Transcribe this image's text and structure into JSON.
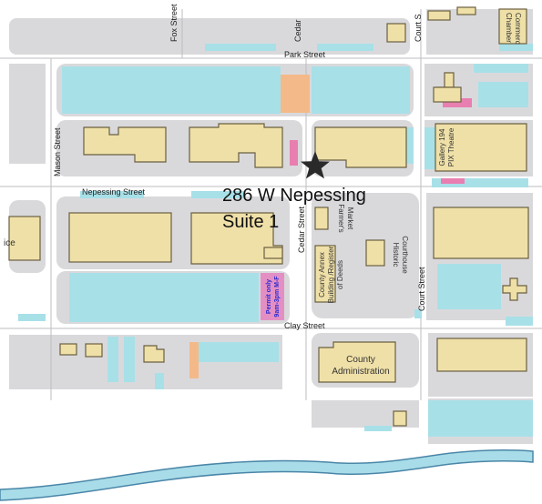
{
  "streets": {
    "fox": "Fox Street",
    "cedar_north": "Cedar",
    "court_north": "Court S",
    "park": "Park Street",
    "mason": "Mason Street",
    "nepessing": "Nepessing Street",
    "cedar": "Cedar Street",
    "court": "Court Street",
    "clay": "Clay Street"
  },
  "buildings": {
    "chamber_line1": "Chamber",
    "chamber_line2": "Commerc",
    "gallery": "Gallery 194",
    "pix": "PIX Theatre",
    "farmers_line1": "Farmer's",
    "farmers_line2": "Market",
    "historic_line1": "Historic",
    "historic_line2": "Courthouse",
    "annex_line1": "County Annex",
    "annex_line2": "Building /Register",
    "annex_line3": "of Deeds",
    "county_admin_line1": "County",
    "county_admin_line2": "Administration",
    "left_partial": "ice"
  },
  "permit": {
    "line1": "Permit only",
    "line2": "9am-3pm M-F"
  },
  "location": {
    "line1": "286 W Nepessing",
    "line2": "Suite 1",
    "marker_icon": "star-marker-icon"
  },
  "colors": {
    "parking": "#a8e0e8",
    "building": "#efe0a8",
    "building_stroke": "#6b6040",
    "road": "#ffffff",
    "block": "#d9d9dc",
    "river": "#a8dce8",
    "river_stroke": "#4a86a8",
    "orange": "#f4b988",
    "pink": "#e87fb0",
    "permit_bg": "#e48fc4"
  }
}
